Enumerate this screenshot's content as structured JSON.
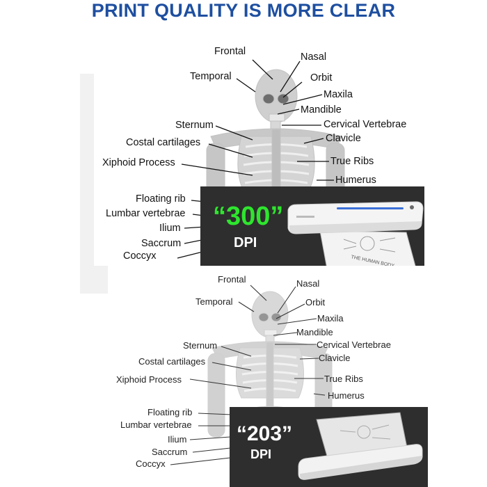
{
  "headline": "PRINT QUALITY IS MORE CLEAR",
  "panels": [
    {
      "dpi_number": "“300”",
      "dpi_unit": "DPI",
      "labels": [
        "Frontal",
        "Nasal",
        "Temporal",
        "Orbit",
        "Maxila",
        "Mandible",
        "Sternum",
        "Cervical Vertebrae",
        "Costal cartilages",
        "Clavicle",
        "Xiphoid Process",
        "True Ribs",
        "Humerus",
        "Floating rib",
        "Lumbar vertebrae",
        "Ilium",
        "Saccrum",
        "Coccyx"
      ]
    },
    {
      "dpi_number": "“203”",
      "dpi_unit": "DPI",
      "labels": [
        "Frontal",
        "Nasal",
        "Temporal",
        "Orbit",
        "Maxila",
        "Mandible",
        "Sternum",
        "Cervical Vertebrae",
        "Costal cartilages",
        "Clavicle",
        "Xiphoid Process",
        "True Ribs",
        "Humerus",
        "Floating rib",
        "Lumbar vertebrae",
        "Ilium",
        "Saccrum",
        "Coccyx"
      ]
    }
  ],
  "printout": {
    "title": "THE HUMAN BODY"
  },
  "colors": {
    "headline": "#1e4fa0",
    "dpi_300": "#2ee52e",
    "dark_panel": "#2e2e2e",
    "skeleton": "#c9c9c9"
  }
}
